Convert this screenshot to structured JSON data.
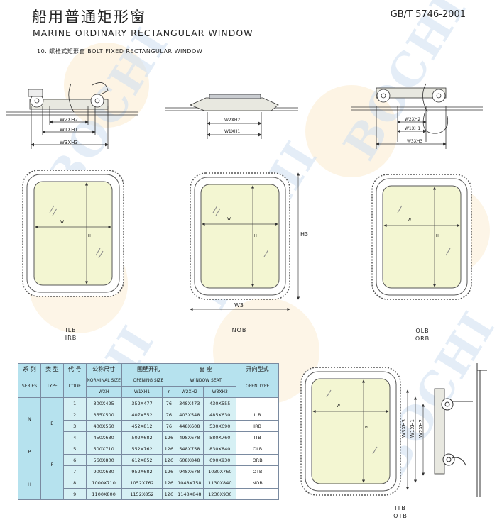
{
  "header": {
    "title_cn": "船用普通矩形窗",
    "title_en": "MARINE ORDINARY RECTANGULAR WINDOW",
    "standard": "GB/T 5746-2001",
    "section": "10. 螺栓式矩形窗 BOLT FIXED RECTANGULAR WINDOW"
  },
  "watermark": "BOCHI",
  "dims": {
    "w2h2": "W2XH2",
    "w1h1": "W1XH1",
    "w3h3": "W3XH3",
    "w": "W",
    "h": "H",
    "h3": "H3",
    "w3": "W3",
    "w3h3v": "W3XH3",
    "w1h1v": "W1XH1",
    "w2h2v": "W2XH2"
  },
  "views": {
    "left_label_1": "ILB",
    "left_label_2": "IRB",
    "mid_label": "NOB",
    "right_label_1": "OLB",
    "right_label_2": "ORB",
    "bottom_label_1": "ITB",
    "bottom_label_2": "OTB"
  },
  "table": {
    "headers_cn": [
      "系 列",
      "类 型",
      "代 号",
      "公称尺寸",
      "围壁开孔",
      "窗 座",
      "开向型式"
    ],
    "headers_en": [
      "SERIES",
      "TYPE",
      "CODE",
      "NORMINAL SIZE",
      "OPENING SIZE",
      "WINDOW SEAT",
      "OPEN TYPE"
    ],
    "sub_headers": [
      "WXH",
      "W1XH1",
      "r",
      "W2XH2",
      "W3XH3"
    ],
    "series": [
      "N",
      "P",
      "H"
    ],
    "types": [
      "E",
      "F"
    ],
    "rows": [
      {
        "code": "1",
        "nominal": "300X425",
        "opening": "352X477",
        "r": "76",
        "w2h2": "348X473",
        "w3h3": "430X555",
        "open": ""
      },
      {
        "code": "2",
        "nominal": "355X500",
        "opening": "407X552",
        "r": "76",
        "w2h2": "403X548",
        "w3h3": "485X630",
        "open": "ILB"
      },
      {
        "code": "3",
        "nominal": "400X560",
        "opening": "452X812",
        "r": "76",
        "w2h2": "448X608",
        "w3h3": "530X690",
        "open": "IRB"
      },
      {
        "code": "4",
        "nominal": "450X630",
        "opening": "502X682",
        "r": "126",
        "w2h2": "498X678",
        "w3h3": "580X760",
        "open": "ITB"
      },
      {
        "code": "5",
        "nominal": "500X710",
        "opening": "552X762",
        "r": "126",
        "w2h2": "548X758",
        "w3h3": "830X840",
        "open": "OLB"
      },
      {
        "code": "6",
        "nominal": "560X800",
        "opening": "612X852",
        "r": "126",
        "w2h2": "608X848",
        "w3h3": "690X930",
        "open": "ORB"
      },
      {
        "code": "7",
        "nominal": "900X630",
        "opening": "952X682",
        "r": "126",
        "w2h2": "948X678",
        "w3h3": "1030X760",
        "open": "OTB"
      },
      {
        "code": "8",
        "nominal": "1000X710",
        "opening": "1052X762",
        "r": "126",
        "w2h2": "1048X758",
        "w3h3": "1130X840",
        "open": "NOB"
      },
      {
        "code": "9",
        "nominal": "1100X800",
        "opening": "1152X852",
        "r": "126",
        "w2h2": "1148X848",
        "w3h3": "1230X930",
        "open": ""
      }
    ]
  },
  "colors": {
    "glass": "#f3f6d2",
    "frame": "#8a8f95",
    "accent": "#b6e2ee",
    "watermark": "#cfe0f2",
    "gear": "#fbe6c4"
  }
}
